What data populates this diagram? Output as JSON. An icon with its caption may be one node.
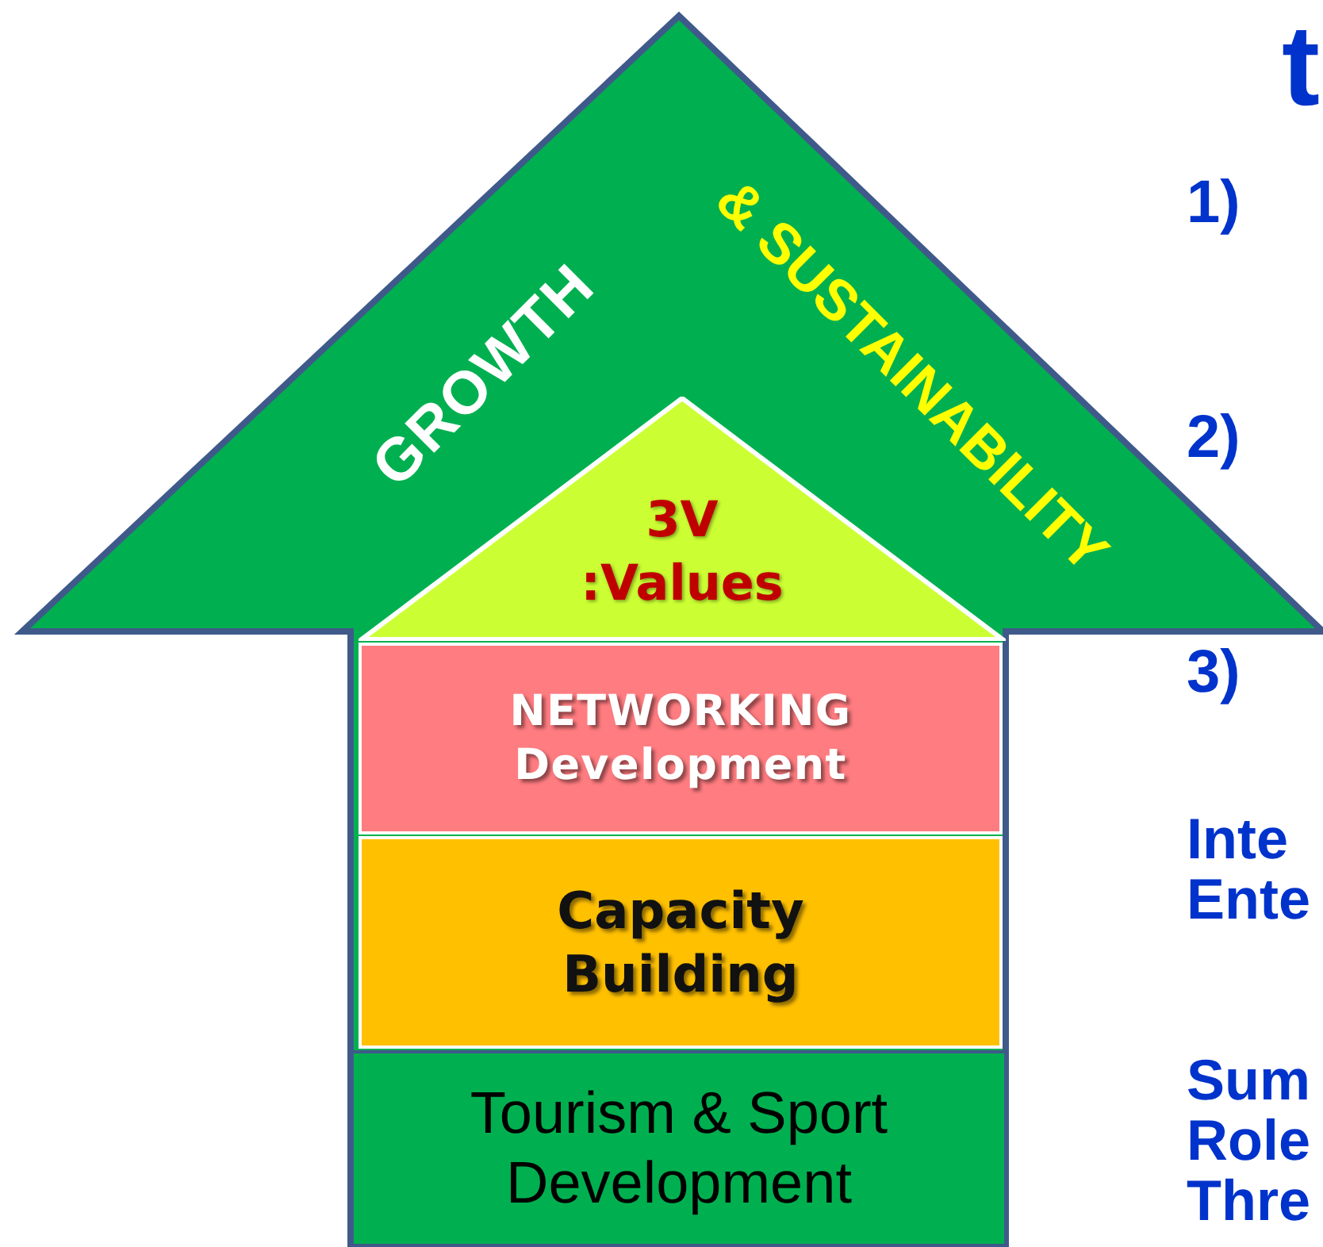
{
  "diagram": {
    "nodes": [
      {
        "text": [
          "GROWTH",
          "& SUSTAINABILITY"
        ]
      },
      {
        "text": [
          "3V :Values"
        ],
        "in": 0
      },
      {
        "text": [
          "NETWORKING Development"
        ],
        "in": 0
      },
      {
        "text": [
          "Capacity Building"
        ],
        "in": 0
      },
      {
        "text": [
          "Tourism & Sport Development"
        ],
        "in": 0
      }
    ],
    "labels": [
      "t",
      "1)",
      "2)",
      "3)",
      "Inte Ente",
      "Sum Role Thre"
    ]
  }
}
